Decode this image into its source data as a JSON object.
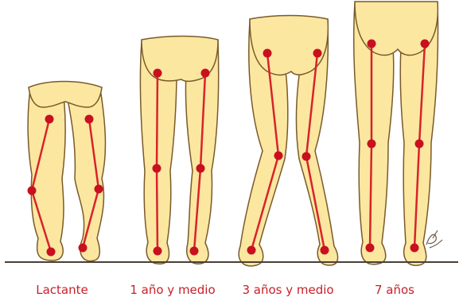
{
  "stages": [
    {
      "label": "Lactante"
    },
    {
      "label": "1 año y medio"
    },
    {
      "label": "3 años y medio"
    },
    {
      "label": "7 años"
    }
  ],
  "colors": {
    "skin": "#fbe7a0",
    "outline": "#7a5a2a",
    "axis_line": "#d8232a",
    "joint_dot": "#c8101e",
    "floor": "#4a3f35",
    "caption": "#c8202a"
  },
  "icons": [
    "leg-illustration",
    "joint-marker",
    "artist-signature"
  ]
}
